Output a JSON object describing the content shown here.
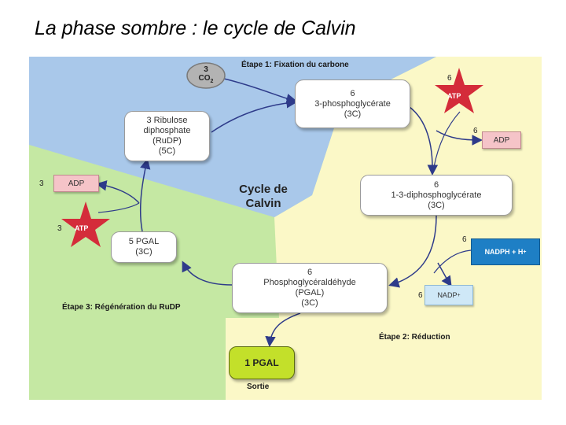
{
  "title": "La phase sombre : le cycle de Calvin",
  "colors": {
    "blue_region": "#a9c8ea",
    "green_region": "#c5e8a3",
    "yellow_region": "#fbf8c7",
    "star_red": "#d42c3a",
    "adp_pink": "#f5c4c8",
    "nadph_blue": "#1e7fc5",
    "nadp_light": "#cfe8f7",
    "pgal_green": "#c3e02a",
    "arrow": "#2e3b8a"
  },
  "stages": {
    "stage1": "Étape 1: Fixation du carbone",
    "stage2": "Étape 2: Réduction",
    "stage3": "Étape 3: Régénération  du RuDP"
  },
  "center": {
    "line1": "Cycle de",
    "line2": "Calvin"
  },
  "co2": {
    "count": "3",
    "formula": "CO",
    "sub": "2"
  },
  "nodes": {
    "pga": {
      "l1": "6",
      "l2": "3-phosphoglycérate",
      "l3": "(3C)"
    },
    "dpg": {
      "l1": "6",
      "l2": "1-3-diphosphoglycérate",
      "l3": "(3C)"
    },
    "pgal6": {
      "l1": "6",
      "l2": "Phosphoglycéraldéhyde",
      "l3": "(PGAL)",
      "l4": "(3C)"
    },
    "pgal5": {
      "l1": "5 PGAL",
      "l2": "(3C)"
    },
    "rudp": {
      "l1": "3 Ribulose",
      "l2": "diphosphate",
      "l3": "(RuDP)",
      "l4": "(5C)"
    }
  },
  "energy": {
    "atp_top": {
      "count": "6",
      "label": "ATP"
    },
    "adp_right": {
      "count": "6",
      "label": "ADP"
    },
    "nadph": {
      "count": "6",
      "label": "NADPH + H",
      "sup": "+"
    },
    "nadp": {
      "count": "6",
      "label": "NADP",
      "sup": "+"
    },
    "atp_left": {
      "count": "3",
      "label": "ATP"
    },
    "adp_left": {
      "count": "3",
      "label": "ADP"
    }
  },
  "output": {
    "label": "1 PGAL",
    "caption": "Sortie"
  }
}
